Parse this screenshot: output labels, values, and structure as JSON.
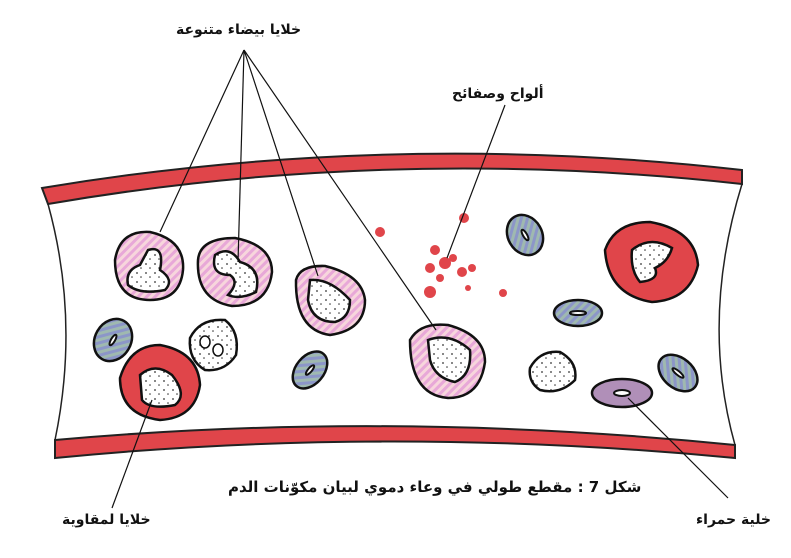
{
  "labels": {
    "white_cells": "خلايا بيضاء متنوعة",
    "platelets": "ألواح وصفائح",
    "red_cell": "خلية حمراء",
    "lymph_cells": "خلايا لمقاوية"
  },
  "caption": "شكل 7 :   مقطع طولي في وعاء دموي لبيان مكوّنات الدم",
  "colors": {
    "wall": "#e0454a",
    "red_cell": "#8fa6a8",
    "white_cyto": "#f4c4cc",
    "nucleus": "#ffffff"
  }
}
